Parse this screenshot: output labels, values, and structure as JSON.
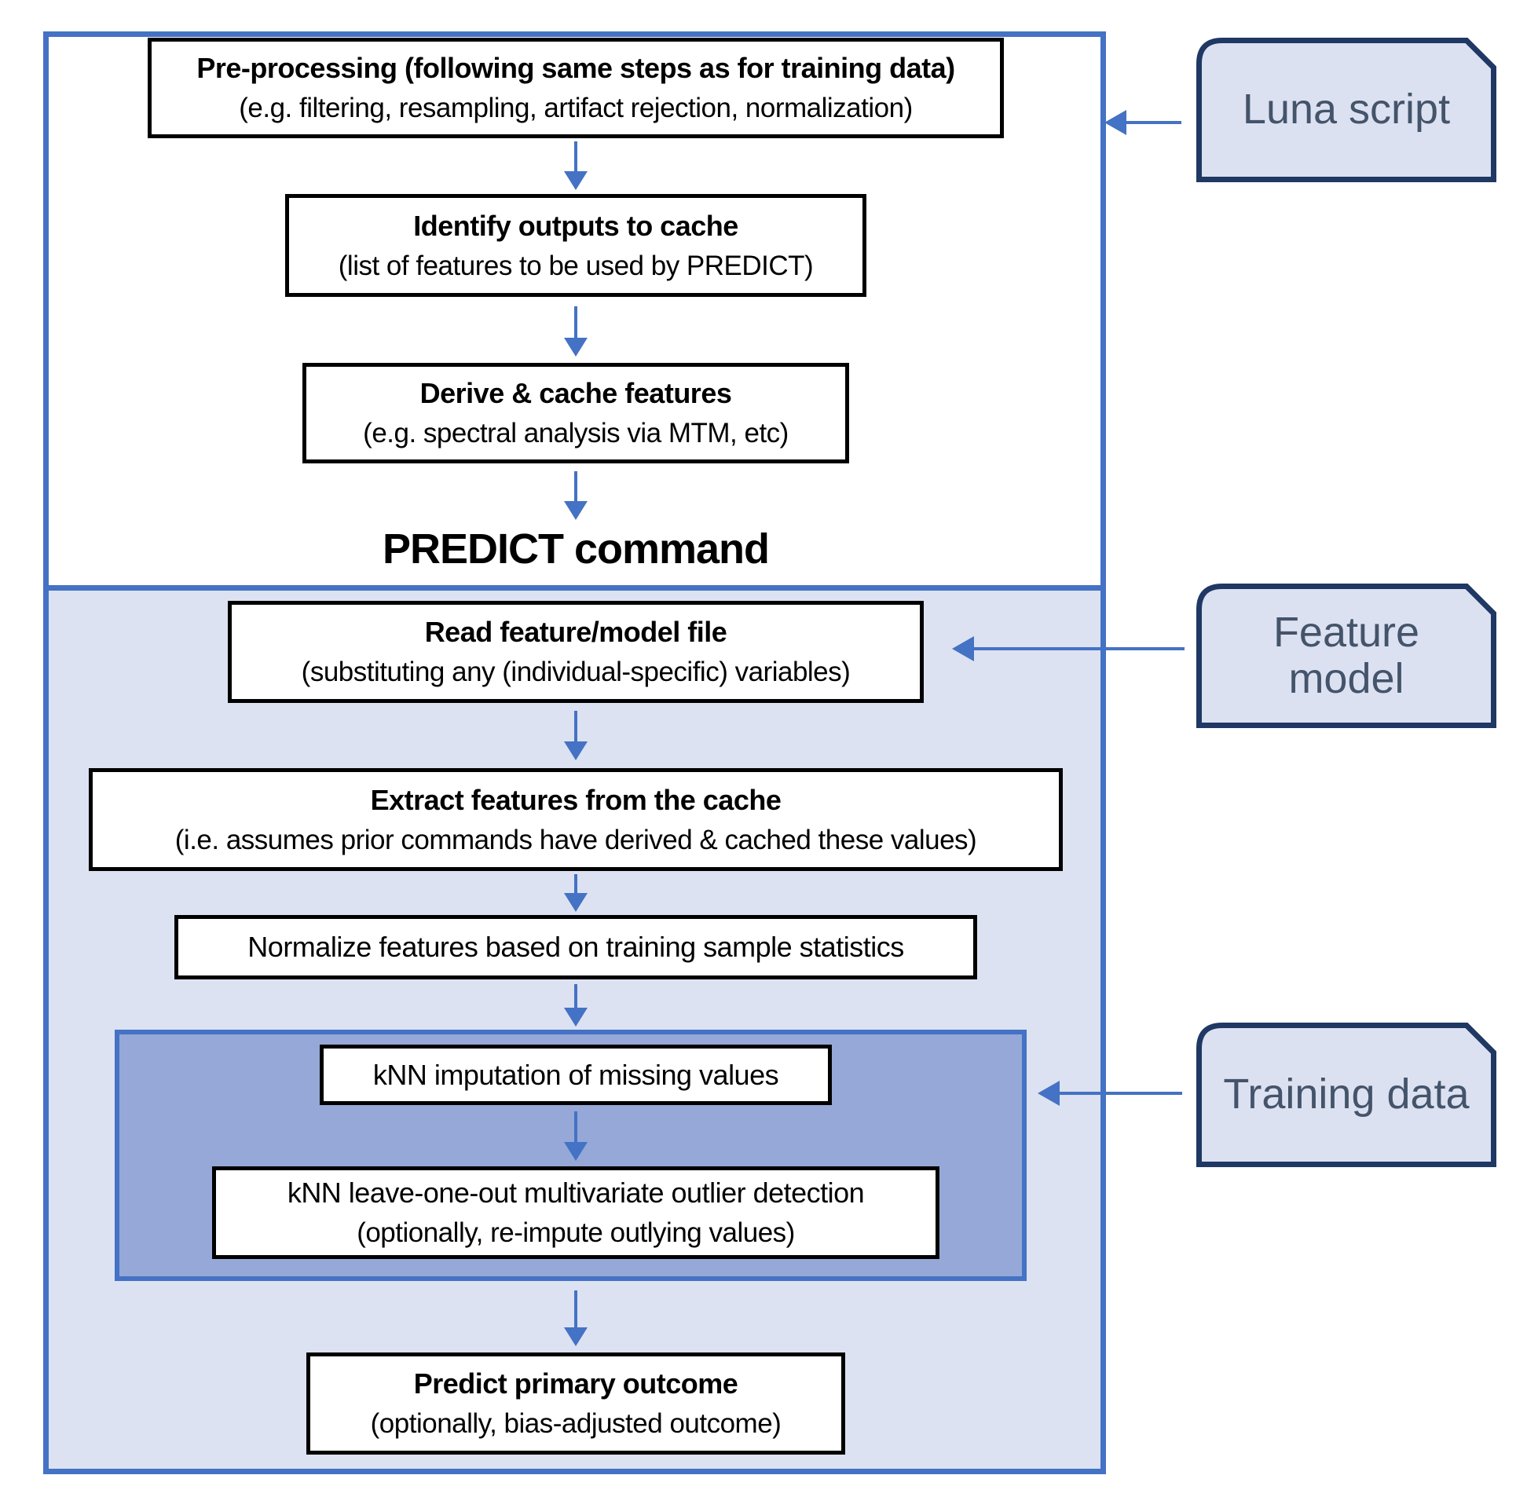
{
  "title_label": "PREDICT command",
  "luna_section": {
    "steps": [
      {
        "title": "Pre-processing (following same steps as for training data)",
        "subtitle": "(e.g. filtering, resampling, artifact rejection, normalization)"
      },
      {
        "title": "Identify outputs to cache",
        "subtitle": "(list of features to be used by PREDICT)"
      },
      {
        "title": "Derive & cache features",
        "subtitle": "(e.g. spectral analysis via MTM, etc)"
      }
    ]
  },
  "predict_section": {
    "steps": [
      {
        "title": "Read feature/model file",
        "subtitle": "(substituting any (individual-specific) variables)"
      },
      {
        "title": "Extract features from the cache",
        "subtitle": "(i.e. assumes prior commands have derived & cached these values)"
      },
      {
        "title": "Normalize features based on training sample statistics"
      }
    ],
    "knn_steps": [
      {
        "title": "kNN imputation of missing values"
      },
      {
        "title": "kNN leave-one-out multivariate outlier detection",
        "subtitle": "(optionally, re-impute outlying values)"
      }
    ],
    "final": {
      "title": "Predict primary outcome",
      "subtitle": "(optionally, bias-adjusted outcome)"
    }
  },
  "callouts": [
    {
      "label": "Luna script"
    },
    {
      "label": "Feature model"
    },
    {
      "label": "Training data"
    }
  ],
  "theme": {
    "outer-border": "#4472C4",
    "section-fill": "#DCE2F1",
    "inner-fill": "#95A8D7",
    "inner-border": "#4472C4",
    "callout-fill": "#DCE1F2",
    "callout-border": "#1F3864",
    "callout-text": "#44546A",
    "arrow": "#4472C4",
    "box-border": "#000000",
    "box-fill": "#FFFFFF",
    "text": "#000000"
  }
}
